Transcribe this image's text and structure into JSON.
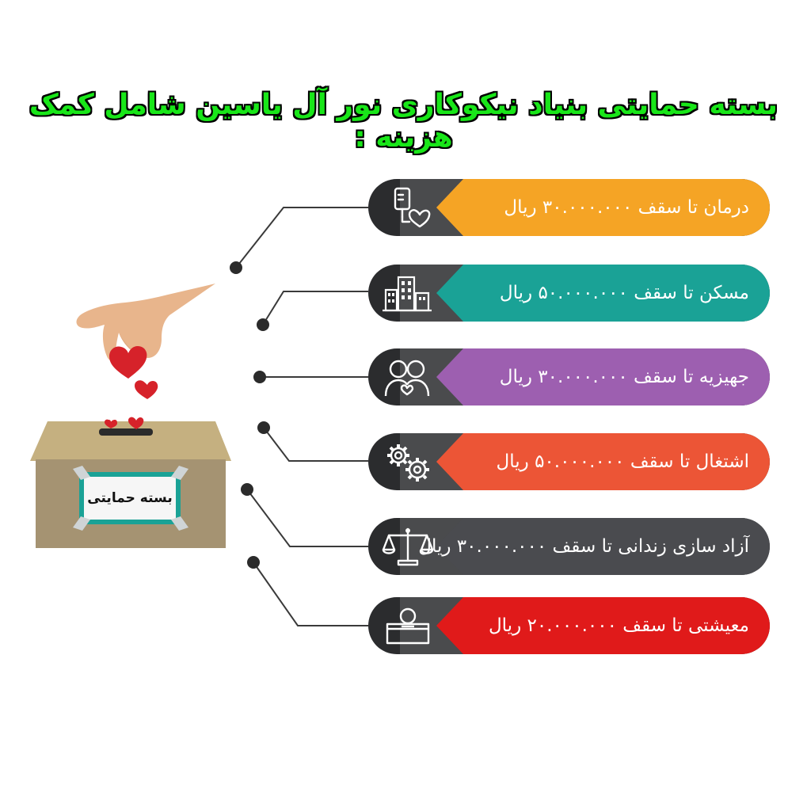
{
  "title": "بسته حمایتی بنیاد نیکوکاری نور آل یاسین شامل کمک هزینه :",
  "box_label": "بسته حمایتی",
  "items": [
    {
      "label": "درمان تا سقف ۳۰.۰۰۰.۰۰۰ ریال",
      "color": "#f5a425",
      "icon": "iv-drip-heart-icon"
    },
    {
      "label": "مسکن تا سقف ۵۰.۰۰۰.۰۰۰ ریال",
      "color": "#1aa296",
      "icon": "buildings-icon"
    },
    {
      "label": "جهیزیه تا سقف ۳۰.۰۰۰.۰۰۰ ریال",
      "color": "#9d5fb0",
      "icon": "couple-icon"
    },
    {
      "label": "اشتغال تا سقف ۵۰.۰۰۰.۰۰۰ ریال",
      "color": "#ec5536",
      "icon": "gears-icon"
    },
    {
      "label": "آزاد سازی زندانی تا سقف ۳۰.۰۰۰.۰۰۰ ریال",
      "color": "#4a4b4f",
      "icon": "scales-icon"
    },
    {
      "label": "معیشتی تا سقف ۲۰.۰۰۰.۰۰۰ ریال",
      "color": "#e01a1a",
      "icon": "donation-box-icon"
    }
  ]
}
